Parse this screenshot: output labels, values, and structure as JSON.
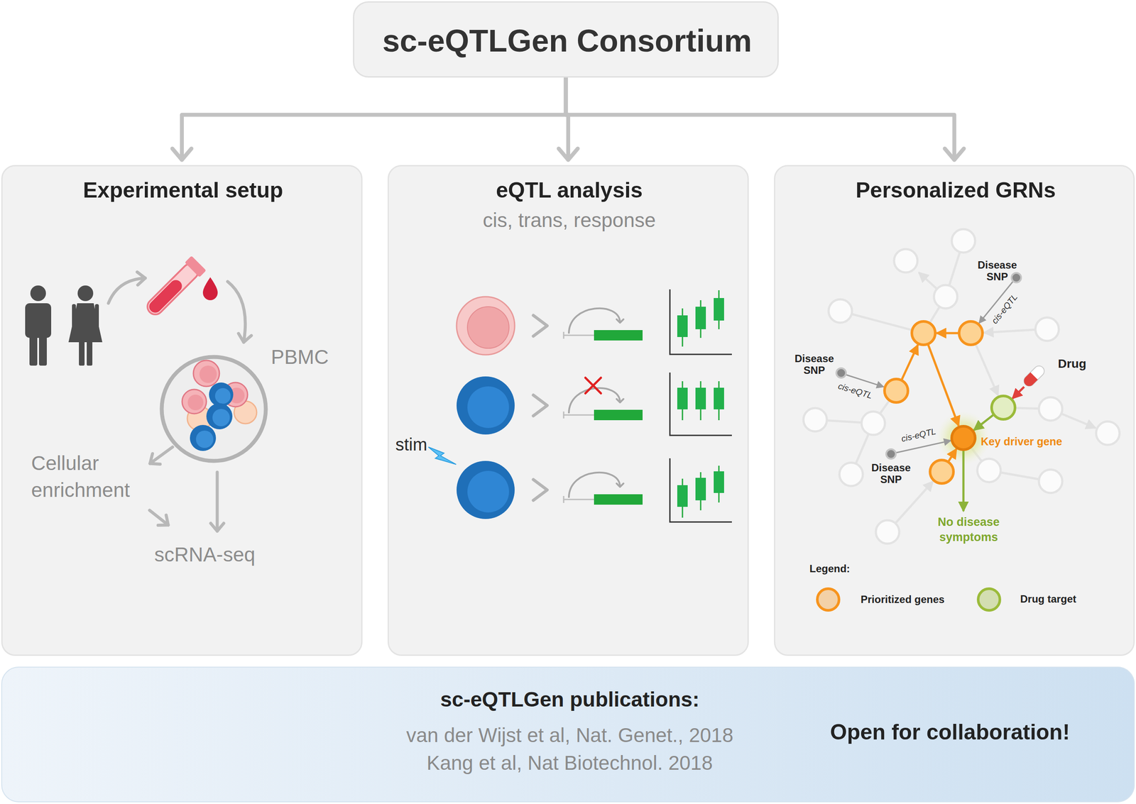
{
  "diagram": {
    "nodes": [
      {
        "text": [
          "sc-eQTLGen Consortium"
        ]
      },
      {
        "text": [
          "Experimental setup"
        ]
      },
      {
        "text": [
          "eQTL analysis",
          "cis, trans, response"
        ]
      },
      {
        "text": [
          "Personalized GRNs"
        ]
      },
      {
        "text": [
          "sc-eQTLGen publications:",
          "van der Wijst et al, Nat. Genet., 2018",
          "Kang et al, Nat Biotechnol. 2018",
          "Open for collaboration!"
        ]
      }
    ],
    "edges": [
      {
        "from": 0,
        "to": 1,
        "arrow": "to"
      },
      {
        "from": 0,
        "to": 2,
        "arrow": "to"
      },
      {
        "from": 0,
        "to": 3,
        "arrow": "to"
      }
    ],
    "labels": [
      "PBMC",
      "Cellular enrichment",
      "scRNA-seq",
      "stim",
      "Disease SNP",
      "cis-eQTL",
      "Disease SNP",
      "cis-eQTL",
      "Drug",
      "cis-eQTL",
      "Key driver gene",
      "Disease SNP",
      "No disease symptoms",
      "Legend:"
    ],
    "legend": [
      {
        "text": "Prioritized genes",
        "color": "#f7941d"
      },
      {
        "text": "Drug target",
        "color": "#9bbb3a"
      }
    ]
  }
}
